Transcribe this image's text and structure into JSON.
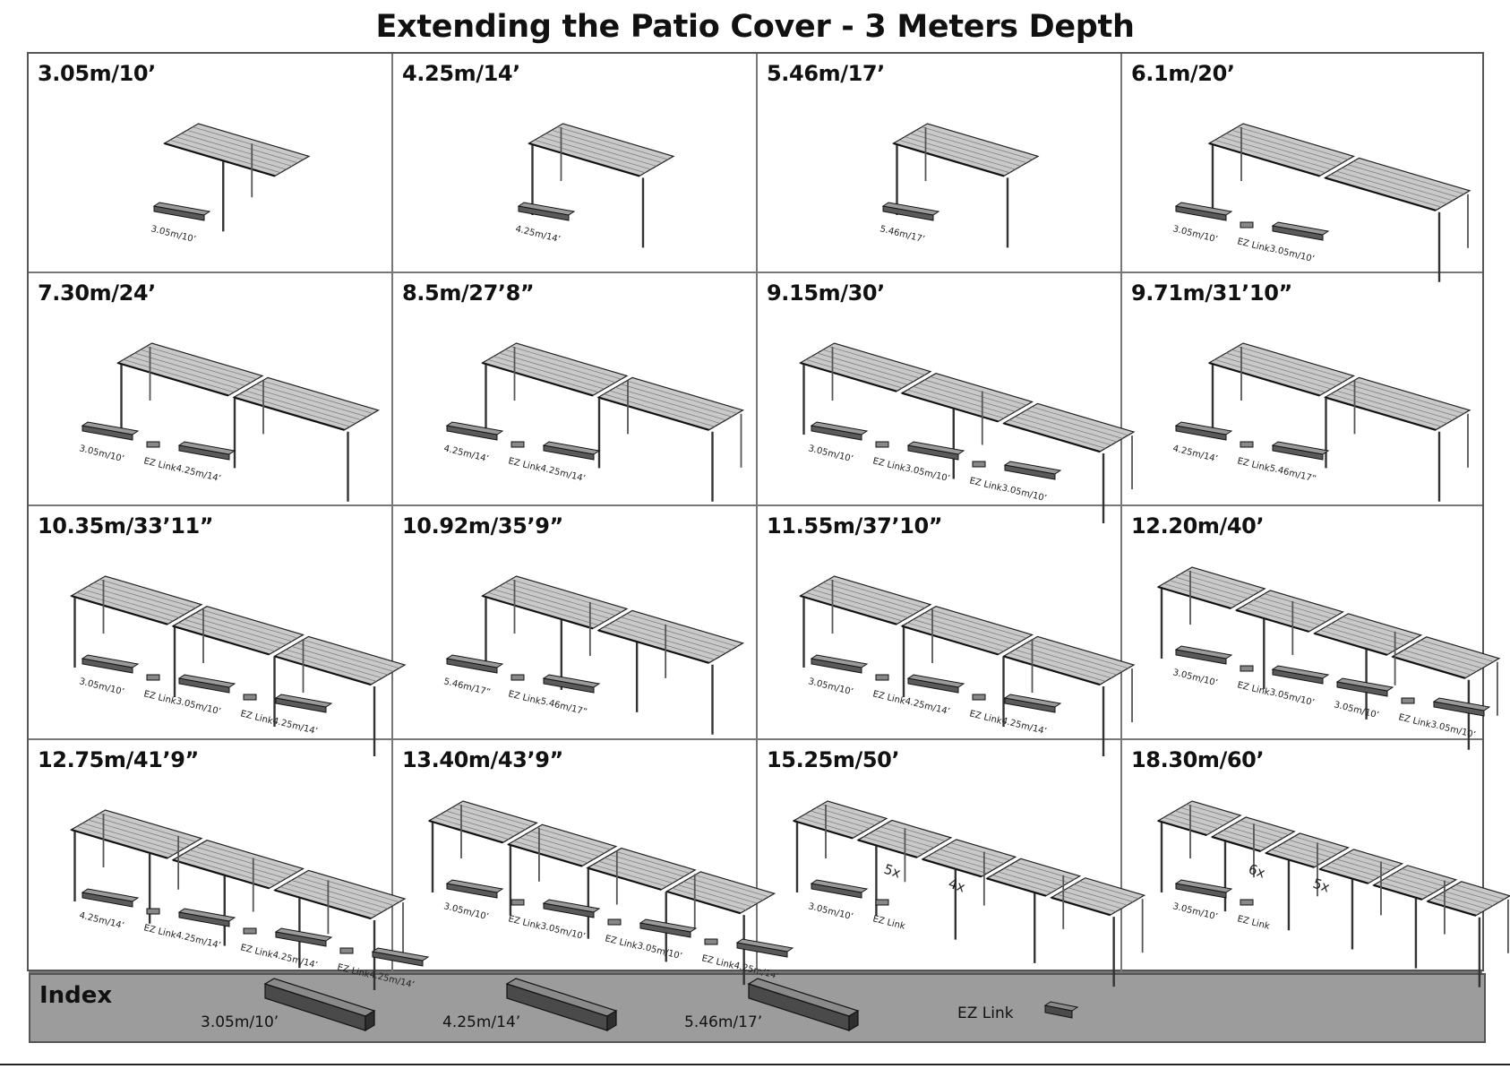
{
  "title": "Extending the Patio Cover - 3 Meters Depth",
  "configurations": [
    {
      "label": "3.05m/10’",
      "panels": 1,
      "posts": 2,
      "parts": [
        "3.05m/10’"
      ]
    },
    {
      "label": "4.25m/14’",
      "panels": 1,
      "posts": 3,
      "parts": [
        "4.25m/14’"
      ]
    },
    {
      "label": "5.46m/17’",
      "panels": 1,
      "posts": 3,
      "parts": [
        "5.46m/17’"
      ]
    },
    {
      "label": "6.1m/20’",
      "panels": 2,
      "posts": 4,
      "parts": [
        "3.05m/10’",
        "EZ Link",
        "3.05m/10’"
      ]
    },
    {
      "label": "7.30m/24’",
      "panels": 2,
      "posts": 5,
      "parts": [
        "3.05m/10’",
        "EZ Link",
        "4.25m/14’"
      ]
    },
    {
      "label": "8.5m/27’8”",
      "panels": 2,
      "posts": 6,
      "parts": [
        "4.25m/14’",
        "EZ Link",
        "4.25m/14’"
      ]
    },
    {
      "label": "9.15m/30’",
      "panels": 3,
      "posts": 6,
      "parts": [
        "3.05m/10’",
        "EZ Link",
        "3.05m/10’",
        "EZ Link",
        "3.05m/10’"
      ]
    },
    {
      "label": "9.71m/31’10”",
      "panels": 2,
      "posts": 6,
      "parts": [
        "4.25m/14’",
        "EZ Link",
        "5.46m/17”"
      ]
    },
    {
      "label": "10.35m/33’11”",
      "panels": 3,
      "posts": 7,
      "parts": [
        "3.05m/10’",
        "EZ Link",
        "3.05m/10’",
        "EZ Link",
        "4.25m/14’"
      ]
    },
    {
      "label": "10.92m/35’9”",
      "panels": 2,
      "posts": 7,
      "parts": [
        "5.46m/17”",
        "EZ Link",
        "5.46m/17”"
      ]
    },
    {
      "label": "11.55m/37’10”",
      "panels": 3,
      "posts": 8,
      "parts": [
        "3.05m/10’",
        "EZ Link",
        "4.25m/14’",
        "EZ Link",
        "4.25m/14’"
      ]
    },
    {
      "label": "12.20m/40’",
      "panels": 4,
      "posts": 8,
      "parts": [
        "3.05m/10’",
        "EZ Link",
        "3.05m/10’",
        "3.05m/10’",
        "EZ Link",
        "3.05m/10’"
      ]
    },
    {
      "label": "12.75m/41’9”",
      "panels": 3,
      "posts": 10,
      "parts": [
        "4.25m/14’",
        "EZ Link",
        "4.25m/14’",
        "EZ Link",
        "4.25m/14’",
        "EZ Link",
        "4.25m/14’"
      ]
    },
    {
      "label": "13.40m/43’9”",
      "panels": 4,
      "posts": 9,
      "parts": [
        "3.05m/10’",
        "EZ Link",
        "3.05m/10’",
        "EZ Link",
        "3.05m/10’",
        "EZ Link",
        "4.25m/14’"
      ]
    },
    {
      "label": "15.25m/50’",
      "panels": 5,
      "posts": 10,
      "parts": [
        "3.05m/10’",
        "EZ Link"
      ],
      "multipliers": [
        "5x",
        "4x"
      ]
    },
    {
      "label": "18.30m/60’",
      "panels": 6,
      "posts": 12,
      "parts": [
        "3.05m/10’",
        "EZ Link"
      ],
      "multipliers": [
        "6x",
        "5x"
      ]
    }
  ],
  "index": {
    "title": "Index",
    "items": [
      "3.05m/10’",
      "4.25m/14’",
      "5.46m/17’",
      "EZ Link"
    ]
  }
}
